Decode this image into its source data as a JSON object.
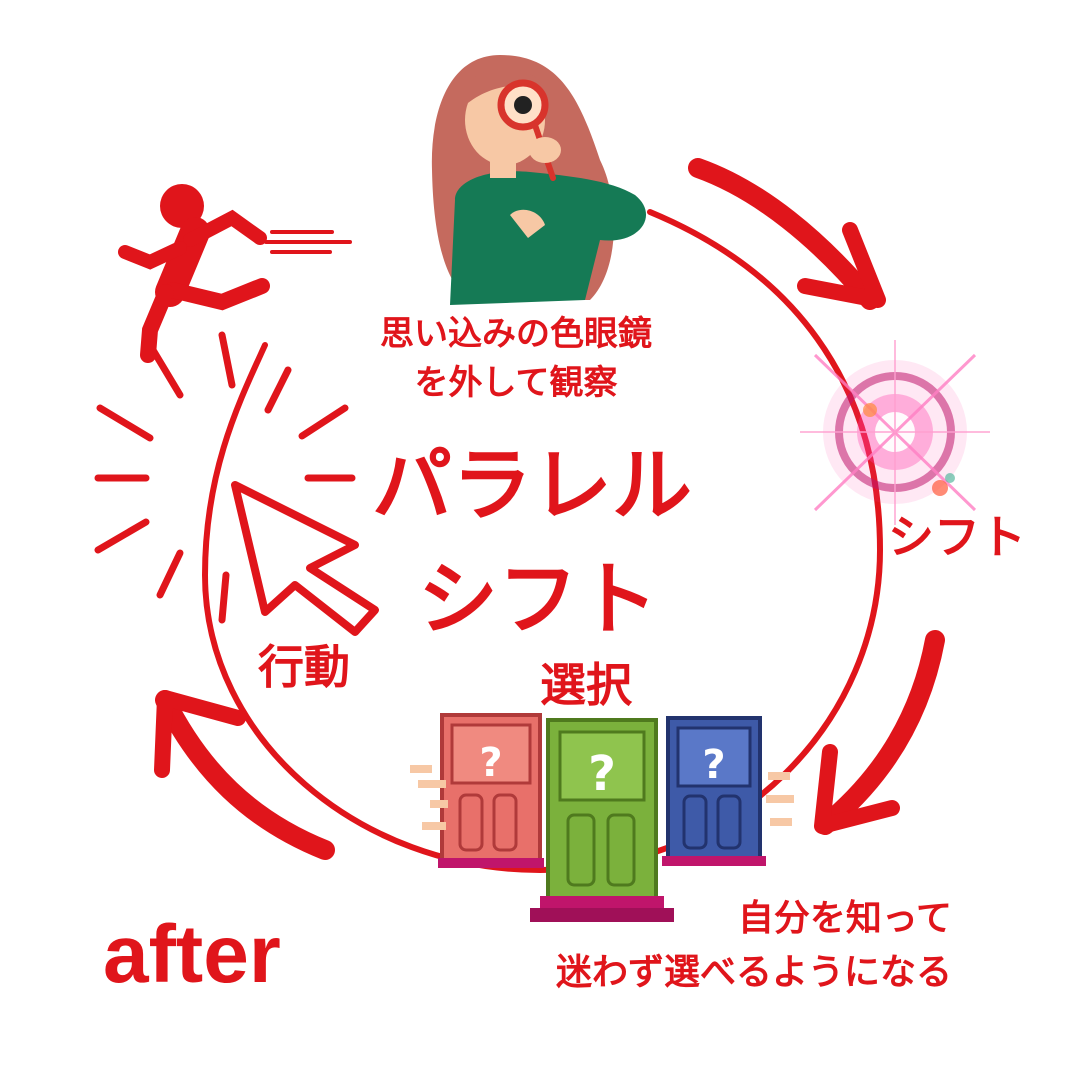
{
  "colors": {
    "accent": "#e0151b",
    "skin": "#f7c8a5",
    "hair": "#c56a5e",
    "shirt": "#157a55",
    "door_red": "#e8706a",
    "door_green": "#7bb13c",
    "door_blue": "#3e5aa8",
    "step": "#c0156b",
    "glow": "#ff3fa8"
  },
  "icons": {
    "center": "cursor-arrow-icon",
    "action": "running-person-icon",
    "observe": "woman-magnifier-icon",
    "shift": "lens-flare-icon",
    "choice": "three-doors-icon"
  },
  "diagram": {
    "title_line1": "パラレル",
    "title_line2": "シフト",
    "observe": {
      "line1": "思い込みの色眼鏡",
      "line2": "を外して観察"
    },
    "shift": "シフト",
    "action": "行動",
    "choice": "選択",
    "know_self": {
      "line1": "自分を知って",
      "line2": "迷わず選べるようになる"
    },
    "door_mark": "?",
    "after": "after"
  }
}
